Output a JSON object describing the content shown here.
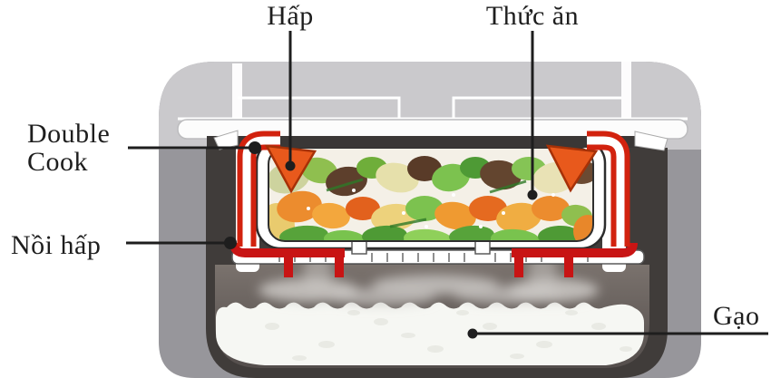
{
  "figure": {
    "type": "cutaway-diagram",
    "subject": "rice cooker with double-cook steaming tray over rice",
    "labels": {
      "hap": {
        "text": "Hấp"
      },
      "thuc_an": {
        "text": "Thức ăn"
      },
      "double_cook": {
        "line1": "Double",
        "line2": "Cook"
      },
      "noi_hap": {
        "text": "Nồi hấp"
      },
      "gao": {
        "text": "Gạo"
      }
    },
    "colors": {
      "label_text": "#1e1e1e",
      "body_gray": "#97969b",
      "lid_gray": "#cac9cc",
      "pot_dark": "#403c3a",
      "pot_interior": "#6b635f",
      "band_dark": "#3a3736",
      "rice_white": "#f6f7f3",
      "basket_white": "#ffffff",
      "steam_pipe_red": "#c81414",
      "steam_channel_red": "#d2220e",
      "steam_arrow_orange": "#e8591c"
    }
  }
}
